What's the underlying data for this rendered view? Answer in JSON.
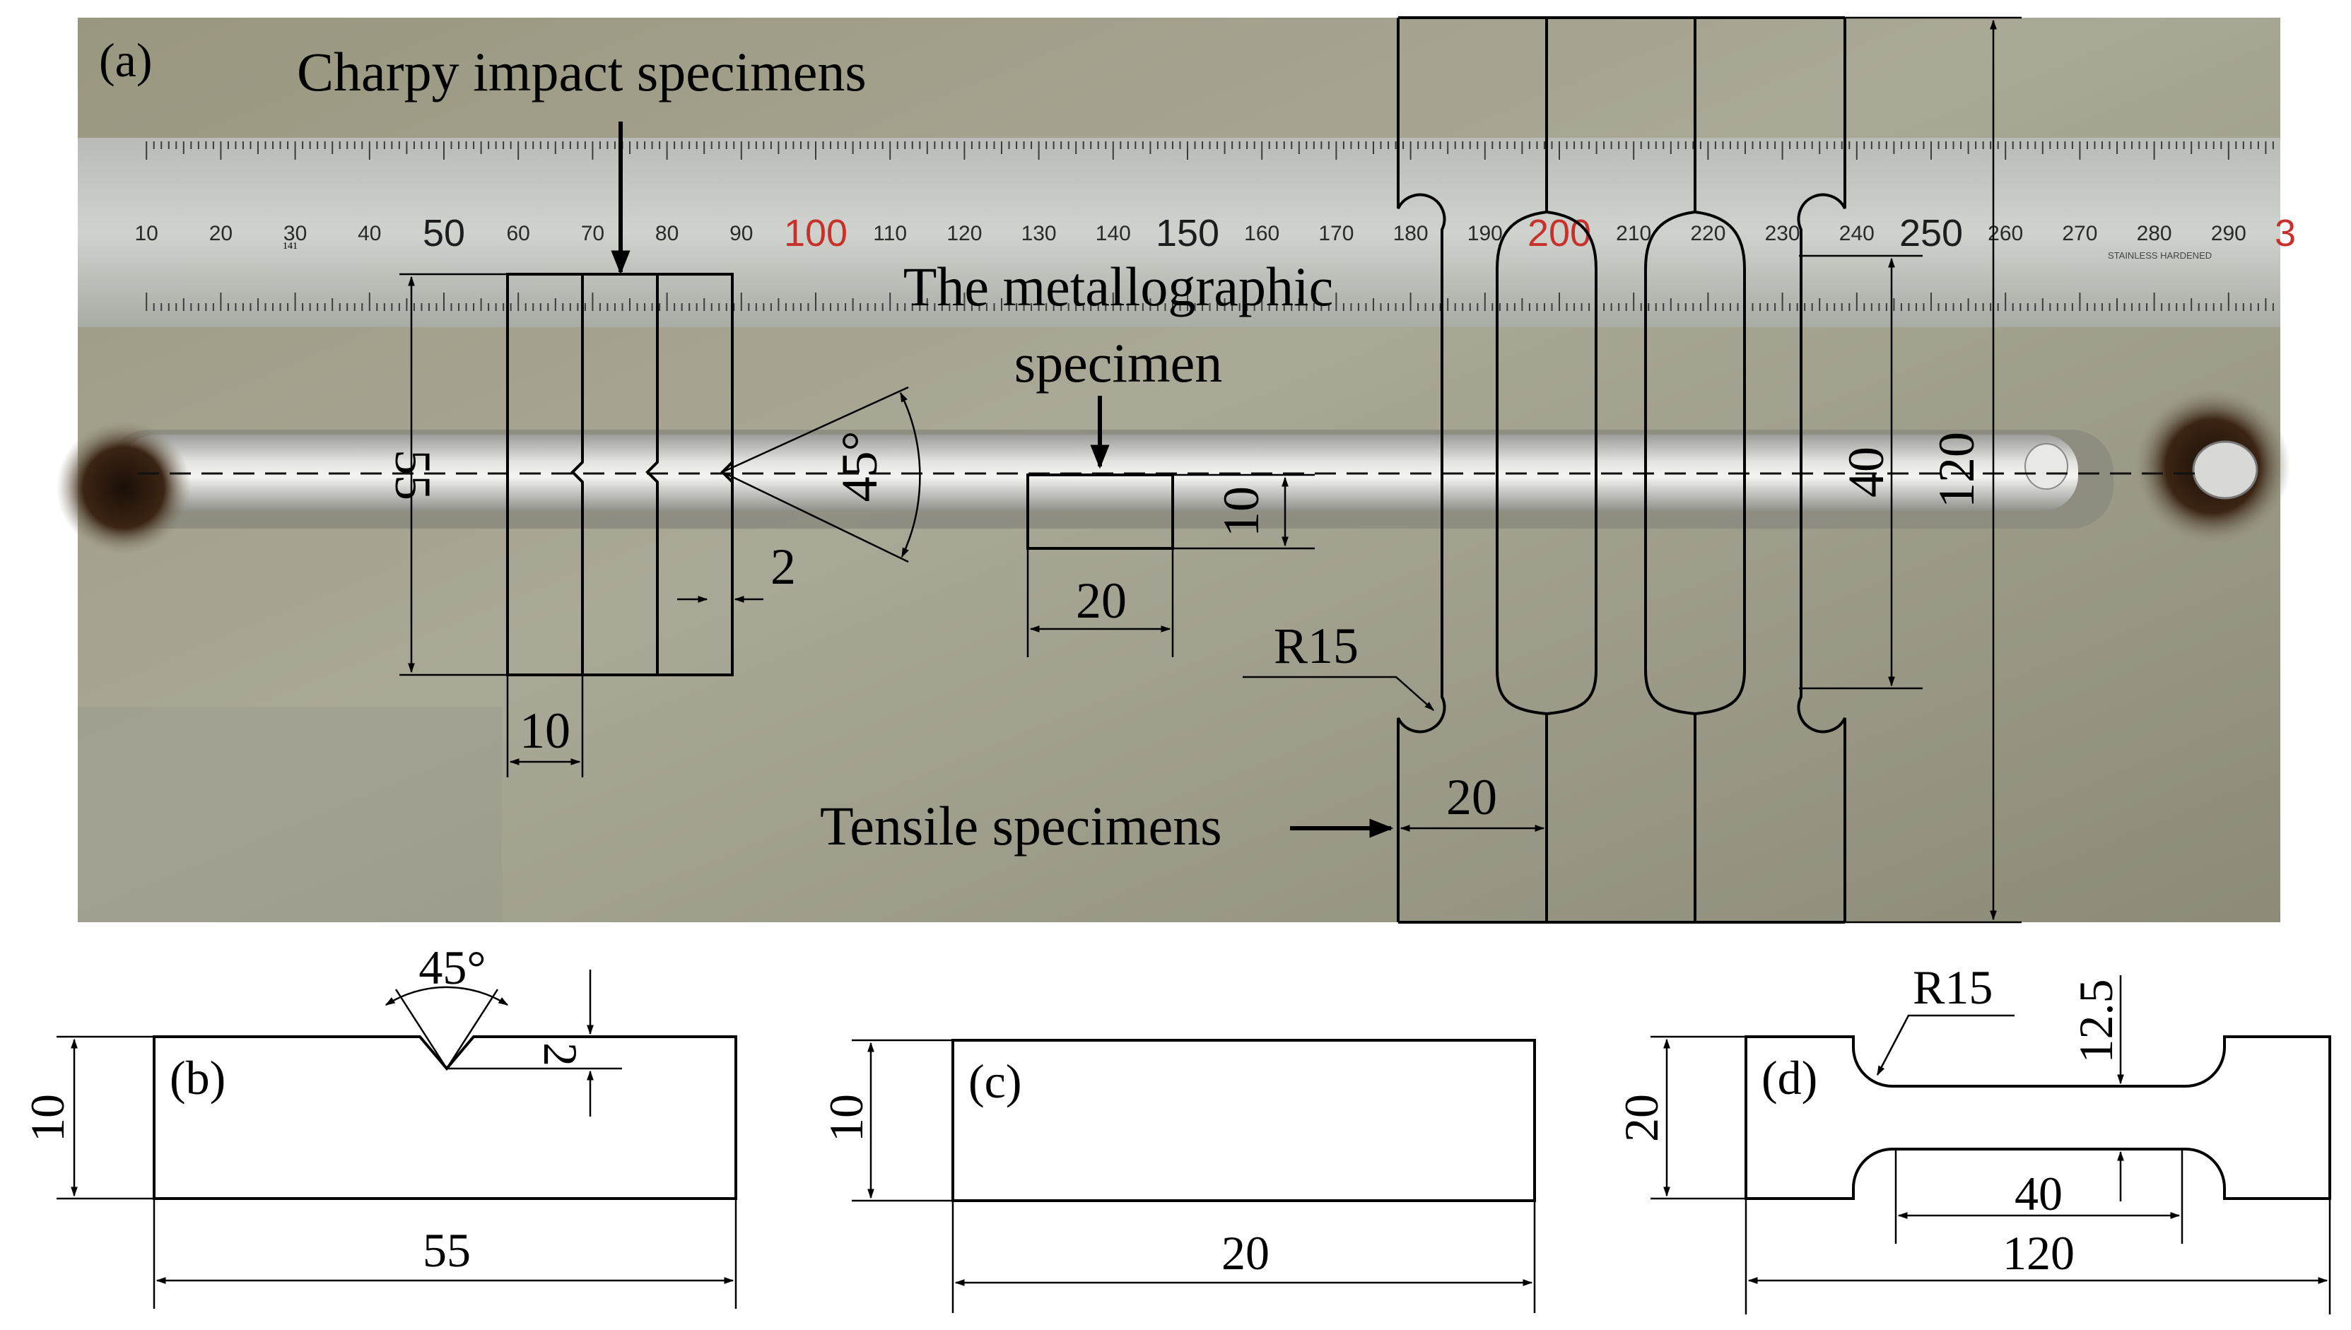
{
  "panel_a": {
    "label": "(a)",
    "charpy_title": "Charpy impact specimens",
    "metallographic_title_line1": "The metallographic",
    "metallographic_title_line2": "specimen",
    "tensile_title": "Tensile specimens",
    "dim_55": "55",
    "dim_10_charpy": "10",
    "angle_45": "45°",
    "dim_2": "2",
    "dim_10_met": "10",
    "dim_20_met": "20",
    "radius": "R15",
    "dim_20_tensile": "20",
    "dim_40": "40",
    "dim_120": "120",
    "ruler": {
      "major_labels": [
        "50",
        "100",
        "150",
        "200",
        "250"
      ],
      "minor_labels": [
        "10",
        "20",
        "30",
        "40",
        "60",
        "70",
        "80",
        "90",
        "110",
        "120",
        "130",
        "140",
        "160",
        "170",
        "180",
        "190",
        "210",
        "220",
        "230",
        "240",
        "260",
        "270",
        "280",
        "290"
      ],
      "tail_label": "3",
      "small_mark": "141",
      "brand": "STAINLESS HARDENED"
    }
  },
  "panel_b": {
    "label": "(b)",
    "angle": "45°",
    "dim_10": "10",
    "dim_2": "2",
    "dim_55": "55"
  },
  "panel_c": {
    "label": "(c)",
    "dim_10": "10",
    "dim_20": "20"
  },
  "panel_d": {
    "label": "(d)",
    "radius": "R15",
    "dim_20": "20",
    "dim_12_5": "12.5",
    "dim_40": "40",
    "dim_120": "120"
  }
}
